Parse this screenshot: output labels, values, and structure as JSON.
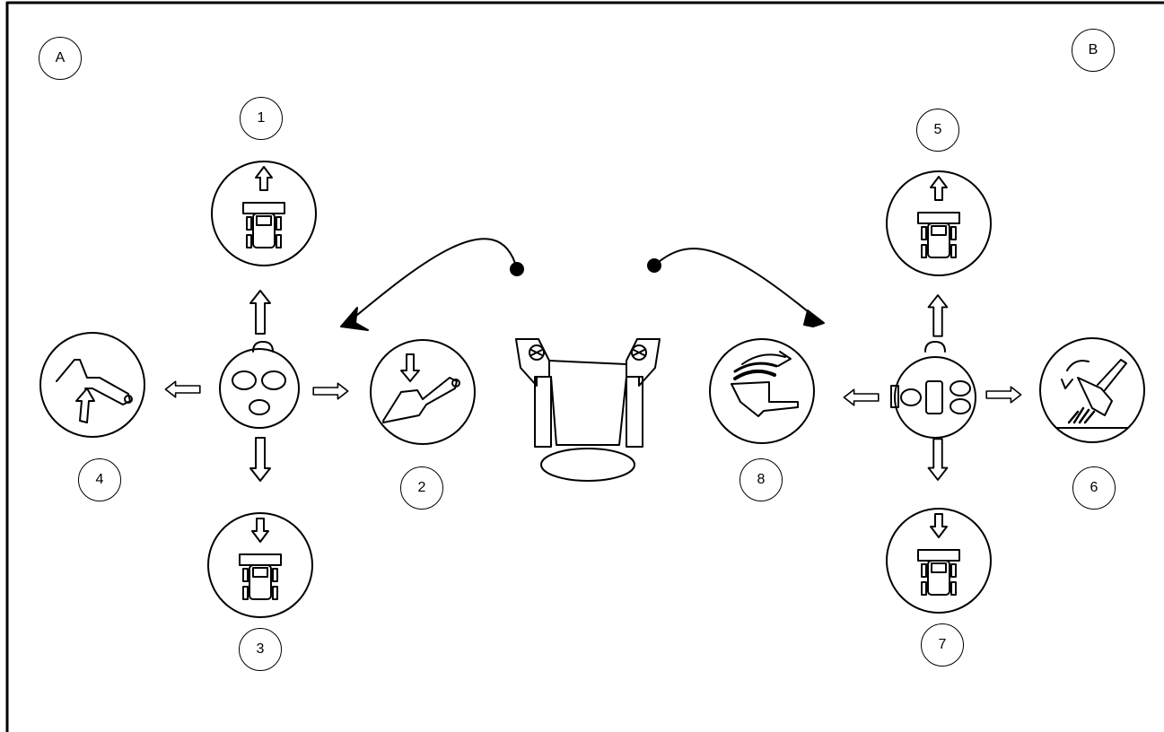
{
  "side_labels": {
    "left": "A",
    "right": "B"
  },
  "function_labels": {
    "f1": "1",
    "f2": "2",
    "f3": "3",
    "f4": "4",
    "f5": "5",
    "f6": "6",
    "f7": "7",
    "f8": "8"
  },
  "icons": {
    "f1": "boom-raise-icon",
    "f2": "boom-lower-tilt-icon",
    "f3": "boom-lower-icon",
    "f4": "boom-curl-icon",
    "f5": "boom-raise-icon",
    "f6": "bucket-dump-icon",
    "f7": "boom-lower-icon",
    "f8": "bucket-curl-icon"
  },
  "colors": {
    "line": "#000000",
    "background": "#ffffff"
  }
}
